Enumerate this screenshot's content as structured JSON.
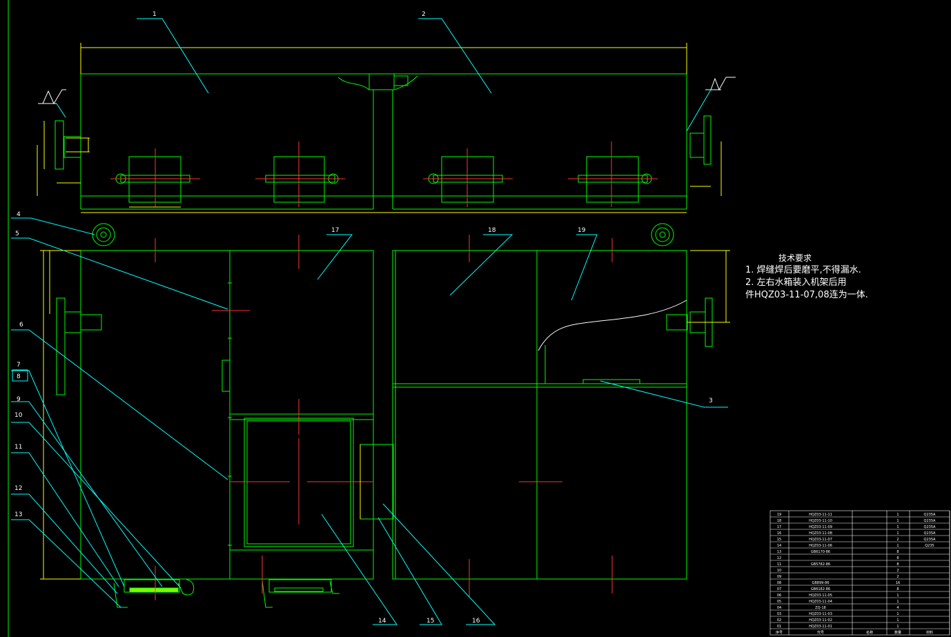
{
  "colors": {
    "background": "#000000",
    "outline": "#00ff00",
    "centerline": "#ff3333",
    "leader": "#00ffff",
    "dimension": "#ffff00",
    "text": "#ffffff"
  },
  "callouts": [
    "1",
    "2",
    "3",
    "4",
    "5",
    "6",
    "7",
    "8",
    "9",
    "10",
    "11",
    "12",
    "13",
    "14",
    "15",
    "16",
    "17",
    "18",
    "19"
  ],
  "tech_requirements": {
    "title": "技术要求",
    "items": [
      "1. 焊缝焊后要磨平,不得漏水.",
      "2. 左右水箱装入机架后用",
      "件HQZ03-11-07,08连为一体."
    ]
  },
  "bom": {
    "rows": [
      {
        "no": "19",
        "code": "HQZ03-11-11",
        "qty": "1",
        "mat": "Q235A"
      },
      {
        "no": "18",
        "code": "HQZ03-11-10",
        "qty": "1",
        "mat": "Q235A"
      },
      {
        "no": "17",
        "code": "HQZ03-11-09",
        "qty": "1",
        "mat": "Q235A"
      },
      {
        "no": "16",
        "code": "HQZ03-11-08",
        "qty": "1",
        "mat": "Q235A"
      },
      {
        "no": "15",
        "code": "HQZ03-11-07",
        "qty": "2",
        "mat": "Q235A"
      },
      {
        "no": "14",
        "code": "HQZ03-11-06",
        "qty": "1",
        "mat": "Q235"
      },
      {
        "no": "13",
        "code": "GB6170-86",
        "qty": "8",
        "mat": ""
      },
      {
        "no": "12",
        "code": "",
        "qty": "8",
        "mat": ""
      },
      {
        "no": "11",
        "code": "GB5782-86",
        "qty": "8",
        "mat": ""
      },
      {
        "no": "10",
        "code": "",
        "qty": "2",
        "mat": ""
      },
      {
        "no": "09",
        "code": "",
        "qty": "2",
        "mat": ""
      },
      {
        "no": "08",
        "code": "GB899-86",
        "qty": "16",
        "mat": ""
      },
      {
        "no": "07",
        "code": "GB6182-86",
        "qty": "8",
        "mat": ""
      },
      {
        "no": "06",
        "code": "HQZ03-11-05",
        "qty": "1",
        "mat": ""
      },
      {
        "no": "05",
        "code": "HQZ03-11-04",
        "qty": "1",
        "mat": ""
      },
      {
        "no": "04",
        "code": "ZQ-18",
        "qty": "4",
        "mat": ""
      },
      {
        "no": "03",
        "code": "HQZ03-11-03",
        "qty": "1",
        "mat": ""
      },
      {
        "no": "02",
        "code": "HQZ03-11-02",
        "qty": "1",
        "mat": ""
      },
      {
        "no": "01",
        "code": "HQZ03-11-01",
        "qty": "1",
        "mat": ""
      }
    ],
    "header": {
      "no": "序号",
      "code": "代号",
      "name": "名称",
      "qty": "数量",
      "mat": "材料"
    }
  }
}
